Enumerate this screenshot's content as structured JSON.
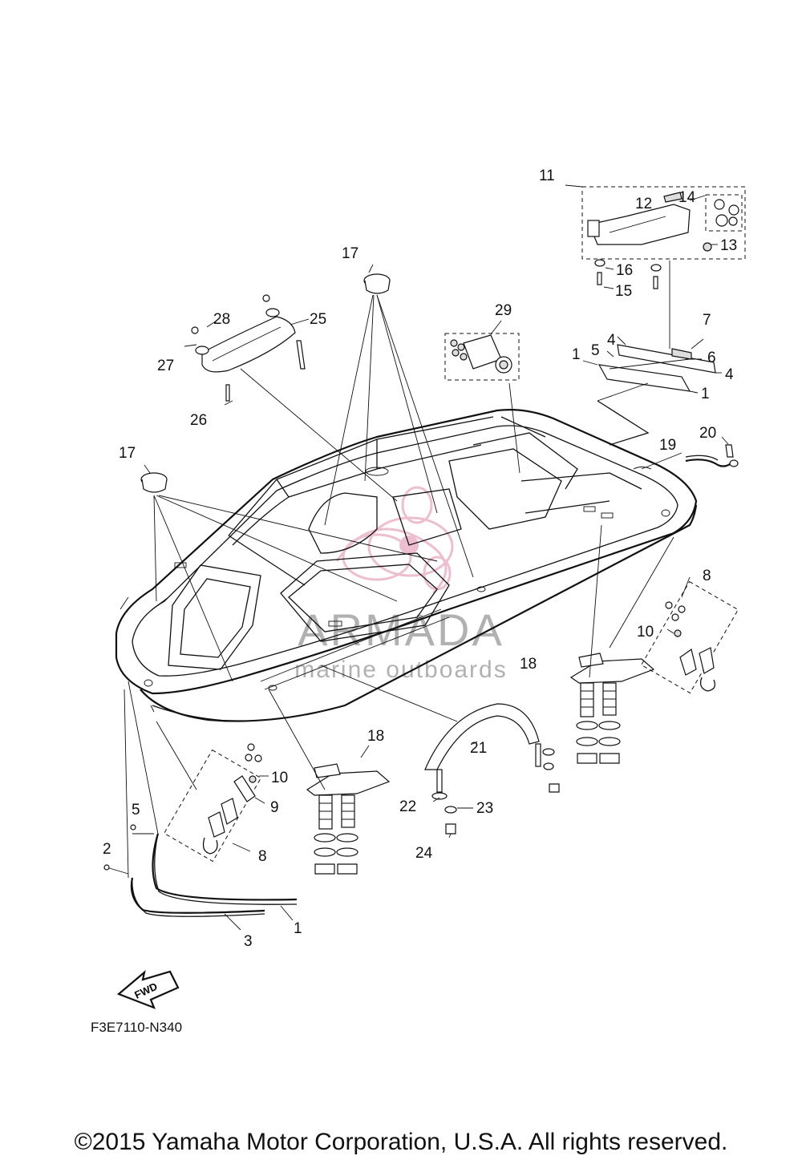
{
  "diagram_code": "F3E7110-N340",
  "copyright": "©2015 Yamaha Motor Corporation, U.S.A. All rights reserved.",
  "watermark": {
    "line1": "ARMADA",
    "line2": "marine outboards"
  },
  "fwd_label": "FWD",
  "callouts": [
    {
      "id": "c11",
      "text": "11"
    },
    {
      "id": "c12",
      "text": "12"
    },
    {
      "id": "c14",
      "text": "14"
    },
    {
      "id": "c13",
      "text": "13"
    },
    {
      "id": "c16",
      "text": "16"
    },
    {
      "id": "c15",
      "text": "15"
    },
    {
      "id": "c17a",
      "text": "17"
    },
    {
      "id": "c29",
      "text": "29"
    },
    {
      "id": "c28",
      "text": "28"
    },
    {
      "id": "c25",
      "text": "25"
    },
    {
      "id": "c27",
      "text": "27"
    },
    {
      "id": "c26",
      "text": "26"
    },
    {
      "id": "c7",
      "text": "7"
    },
    {
      "id": "c4a",
      "text": "4"
    },
    {
      "id": "c5a",
      "text": "5"
    },
    {
      "id": "c1a",
      "text": "1"
    },
    {
      "id": "c6",
      "text": "6"
    },
    {
      "id": "c4b",
      "text": "4"
    },
    {
      "id": "c1b",
      "text": "1"
    },
    {
      "id": "c17b",
      "text": "17"
    },
    {
      "id": "c20",
      "text": "20"
    },
    {
      "id": "c19",
      "text": "19"
    },
    {
      "id": "c8a",
      "text": "8"
    },
    {
      "id": "c10a",
      "text": "10"
    },
    {
      "id": "c18a",
      "text": "18"
    },
    {
      "id": "c18b",
      "text": "18"
    },
    {
      "id": "c21",
      "text": "21"
    },
    {
      "id": "c10b",
      "text": "10"
    },
    {
      "id": "c9",
      "text": "9"
    },
    {
      "id": "c5b",
      "text": "5"
    },
    {
      "id": "c22",
      "text": "22"
    },
    {
      "id": "c23",
      "text": "23"
    },
    {
      "id": "c8b",
      "text": "8"
    },
    {
      "id": "c2",
      "text": "2"
    },
    {
      "id": "c24",
      "text": "24"
    },
    {
      "id": "c1c",
      "text": "1"
    },
    {
      "id": "c3",
      "text": "3"
    }
  ]
}
